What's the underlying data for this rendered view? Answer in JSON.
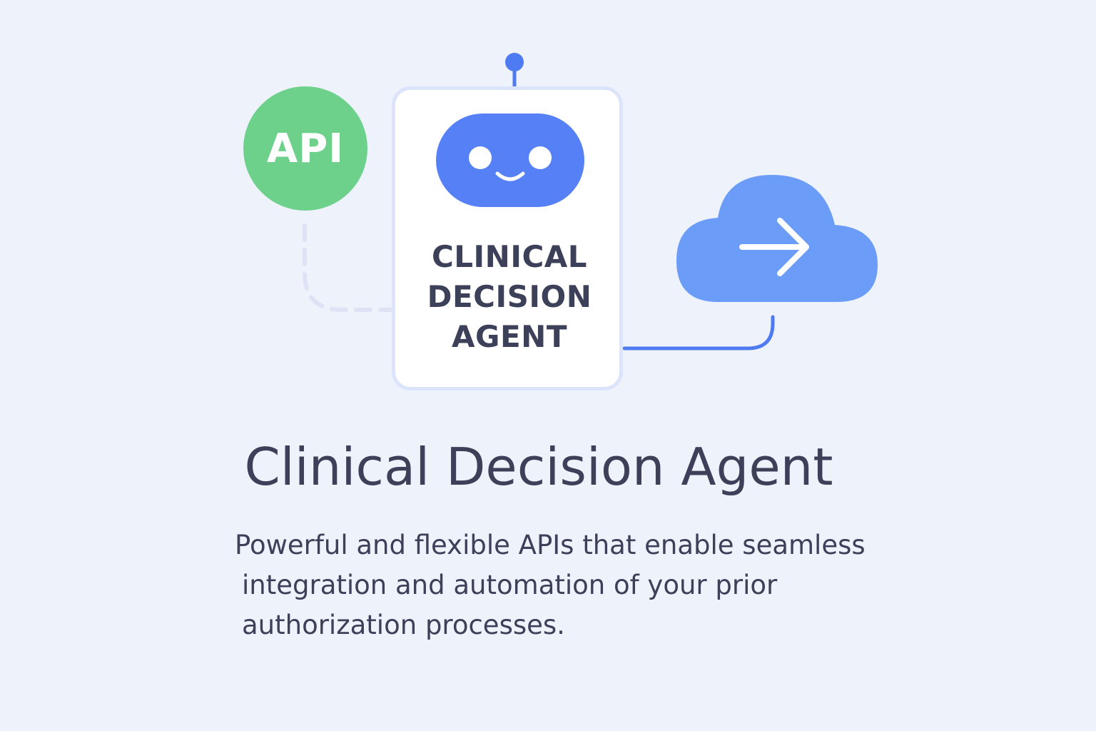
{
  "illustration": {
    "api_badge_label": "API",
    "card_title": "CLINICAL\nDECISION\nAGENT",
    "icons": [
      "robot-face-icon",
      "cloud-upload-icon",
      "arrow-right-icon",
      "antenna-icon"
    ],
    "colors": {
      "background": "#eef2fb",
      "api_badge": "#6dd18b",
      "robot_head": "#5681f6",
      "cloud": "#6b9cf7",
      "connector": "#4f7bf2",
      "dashed_connector": "#dde3f4",
      "card_border": "#dbe4fb",
      "text": "#3d4058"
    }
  },
  "heading": "Clinical Decision Agent",
  "description": {
    "line1": "Powerful and flexible APIs that enable seamless",
    "line2": "integration and automation of your prior",
    "line3": "authorization processes."
  }
}
